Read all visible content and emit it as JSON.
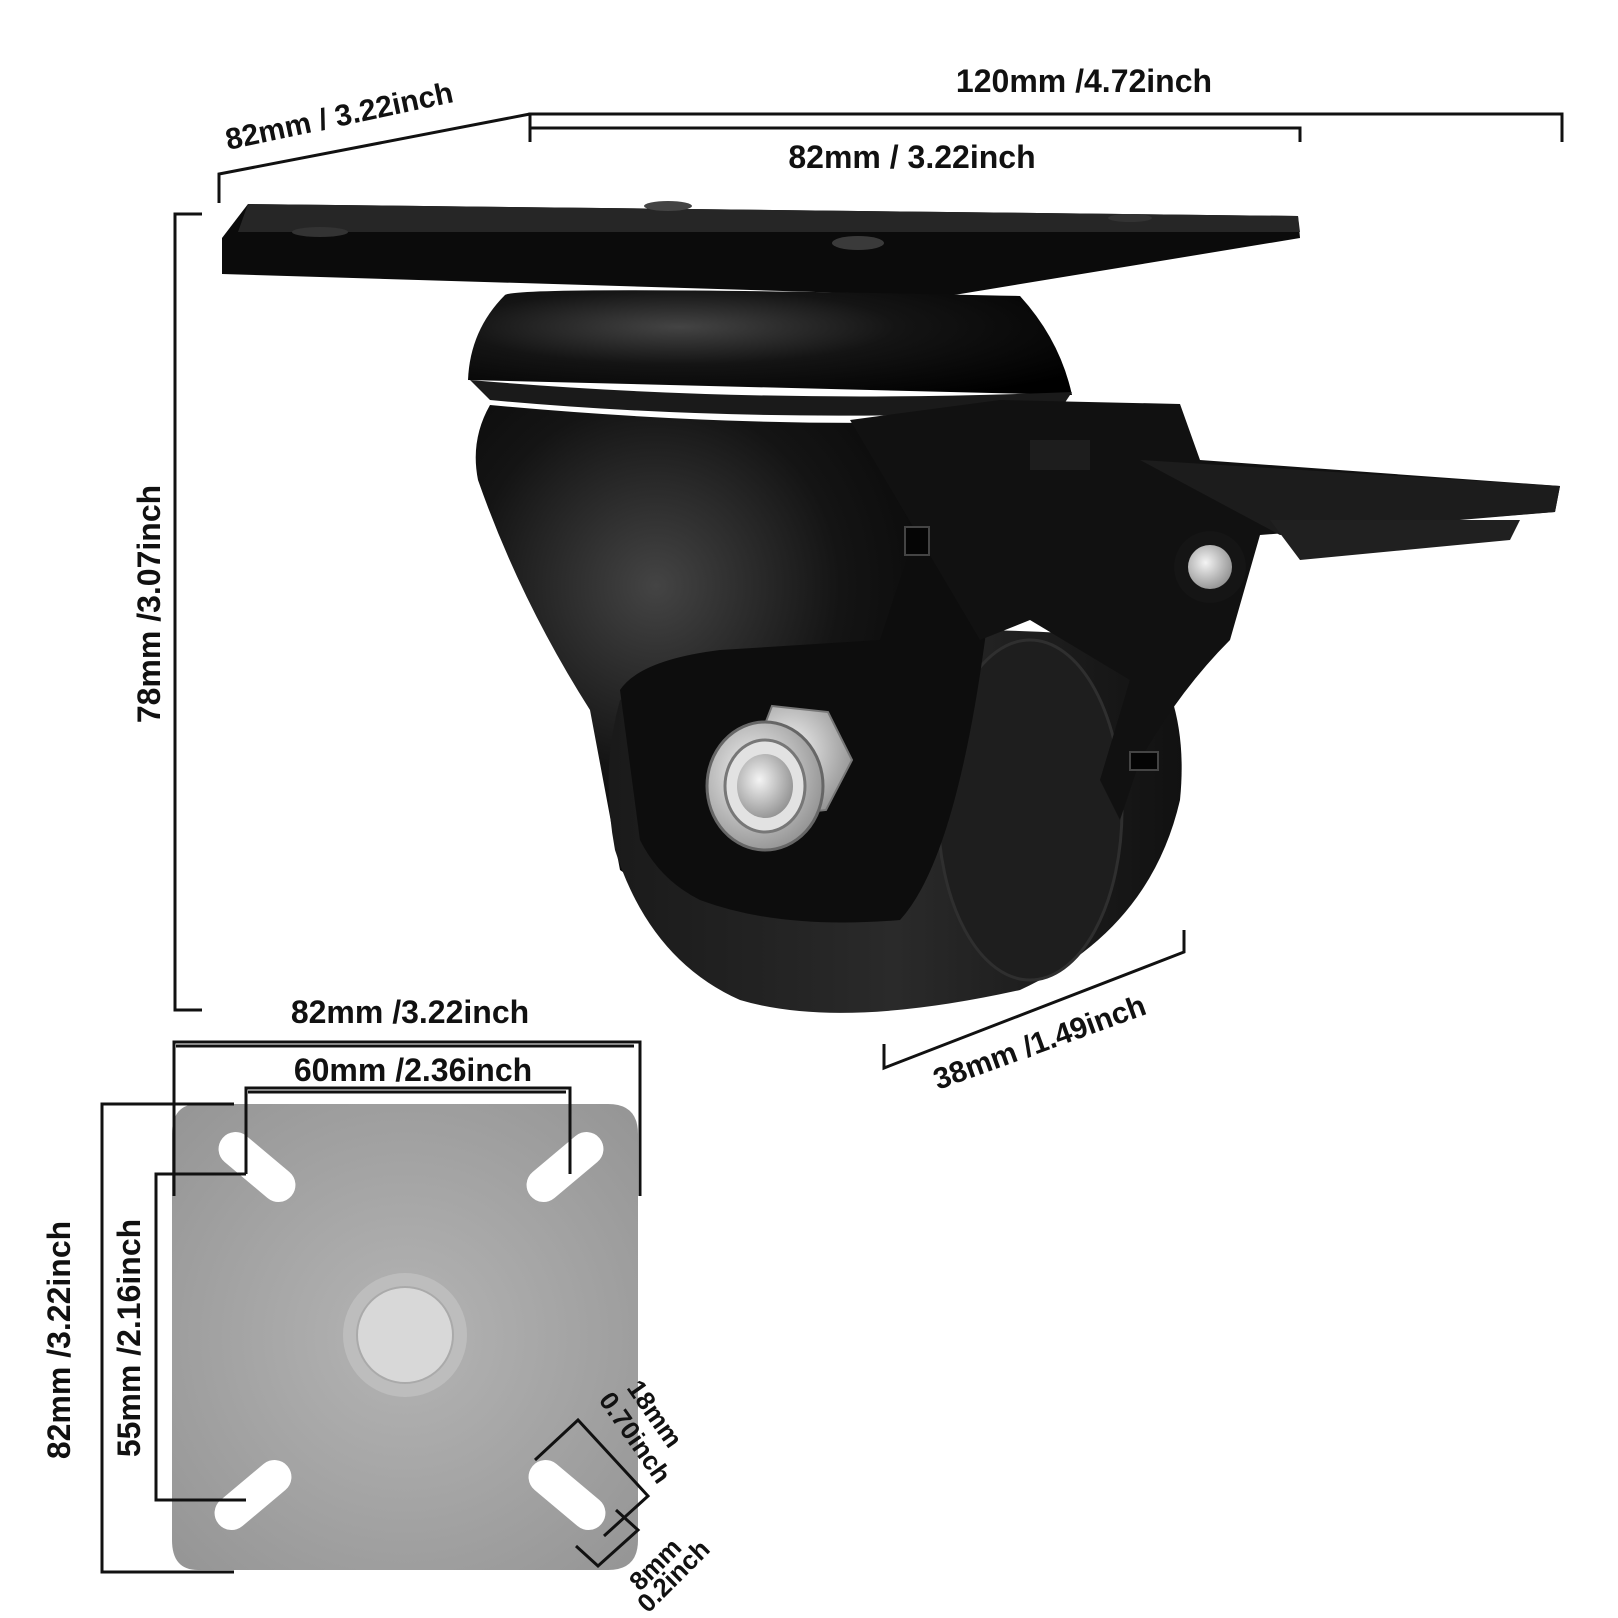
{
  "colors": {
    "background": "#ffffff",
    "caster_body": "#0a0a0a",
    "caster_highlight": "#3a3a3a",
    "plate_gray": "#9a9a9a",
    "dimension_line": "#111111",
    "metal": "#cfcfcf"
  },
  "dimensions": {
    "top_plate_depth": "82mm / 3.22inch",
    "overall_length": "120mm /4.72inch",
    "top_plate_width": "82mm / 3.22inch",
    "overall_height": "78mm /3.07inch",
    "wheel_width": "38mm /1.49inch",
    "plate_outer_width": "82mm /3.22inch",
    "plate_hole_spacing_x": "60mm /2.36inch",
    "plate_outer_height": "82mm /3.22inch",
    "plate_hole_spacing_y": "55mm /2.16inch",
    "slot_length_mm": "18mm",
    "slot_length_inch": "0.70inch",
    "slot_width_mm": "8mm",
    "slot_width_inch": "0.2inch"
  },
  "icons": {
    "caster": "swivel-caster-with-brake-icon",
    "plate": "mounting-plate-top-view-icon"
  }
}
